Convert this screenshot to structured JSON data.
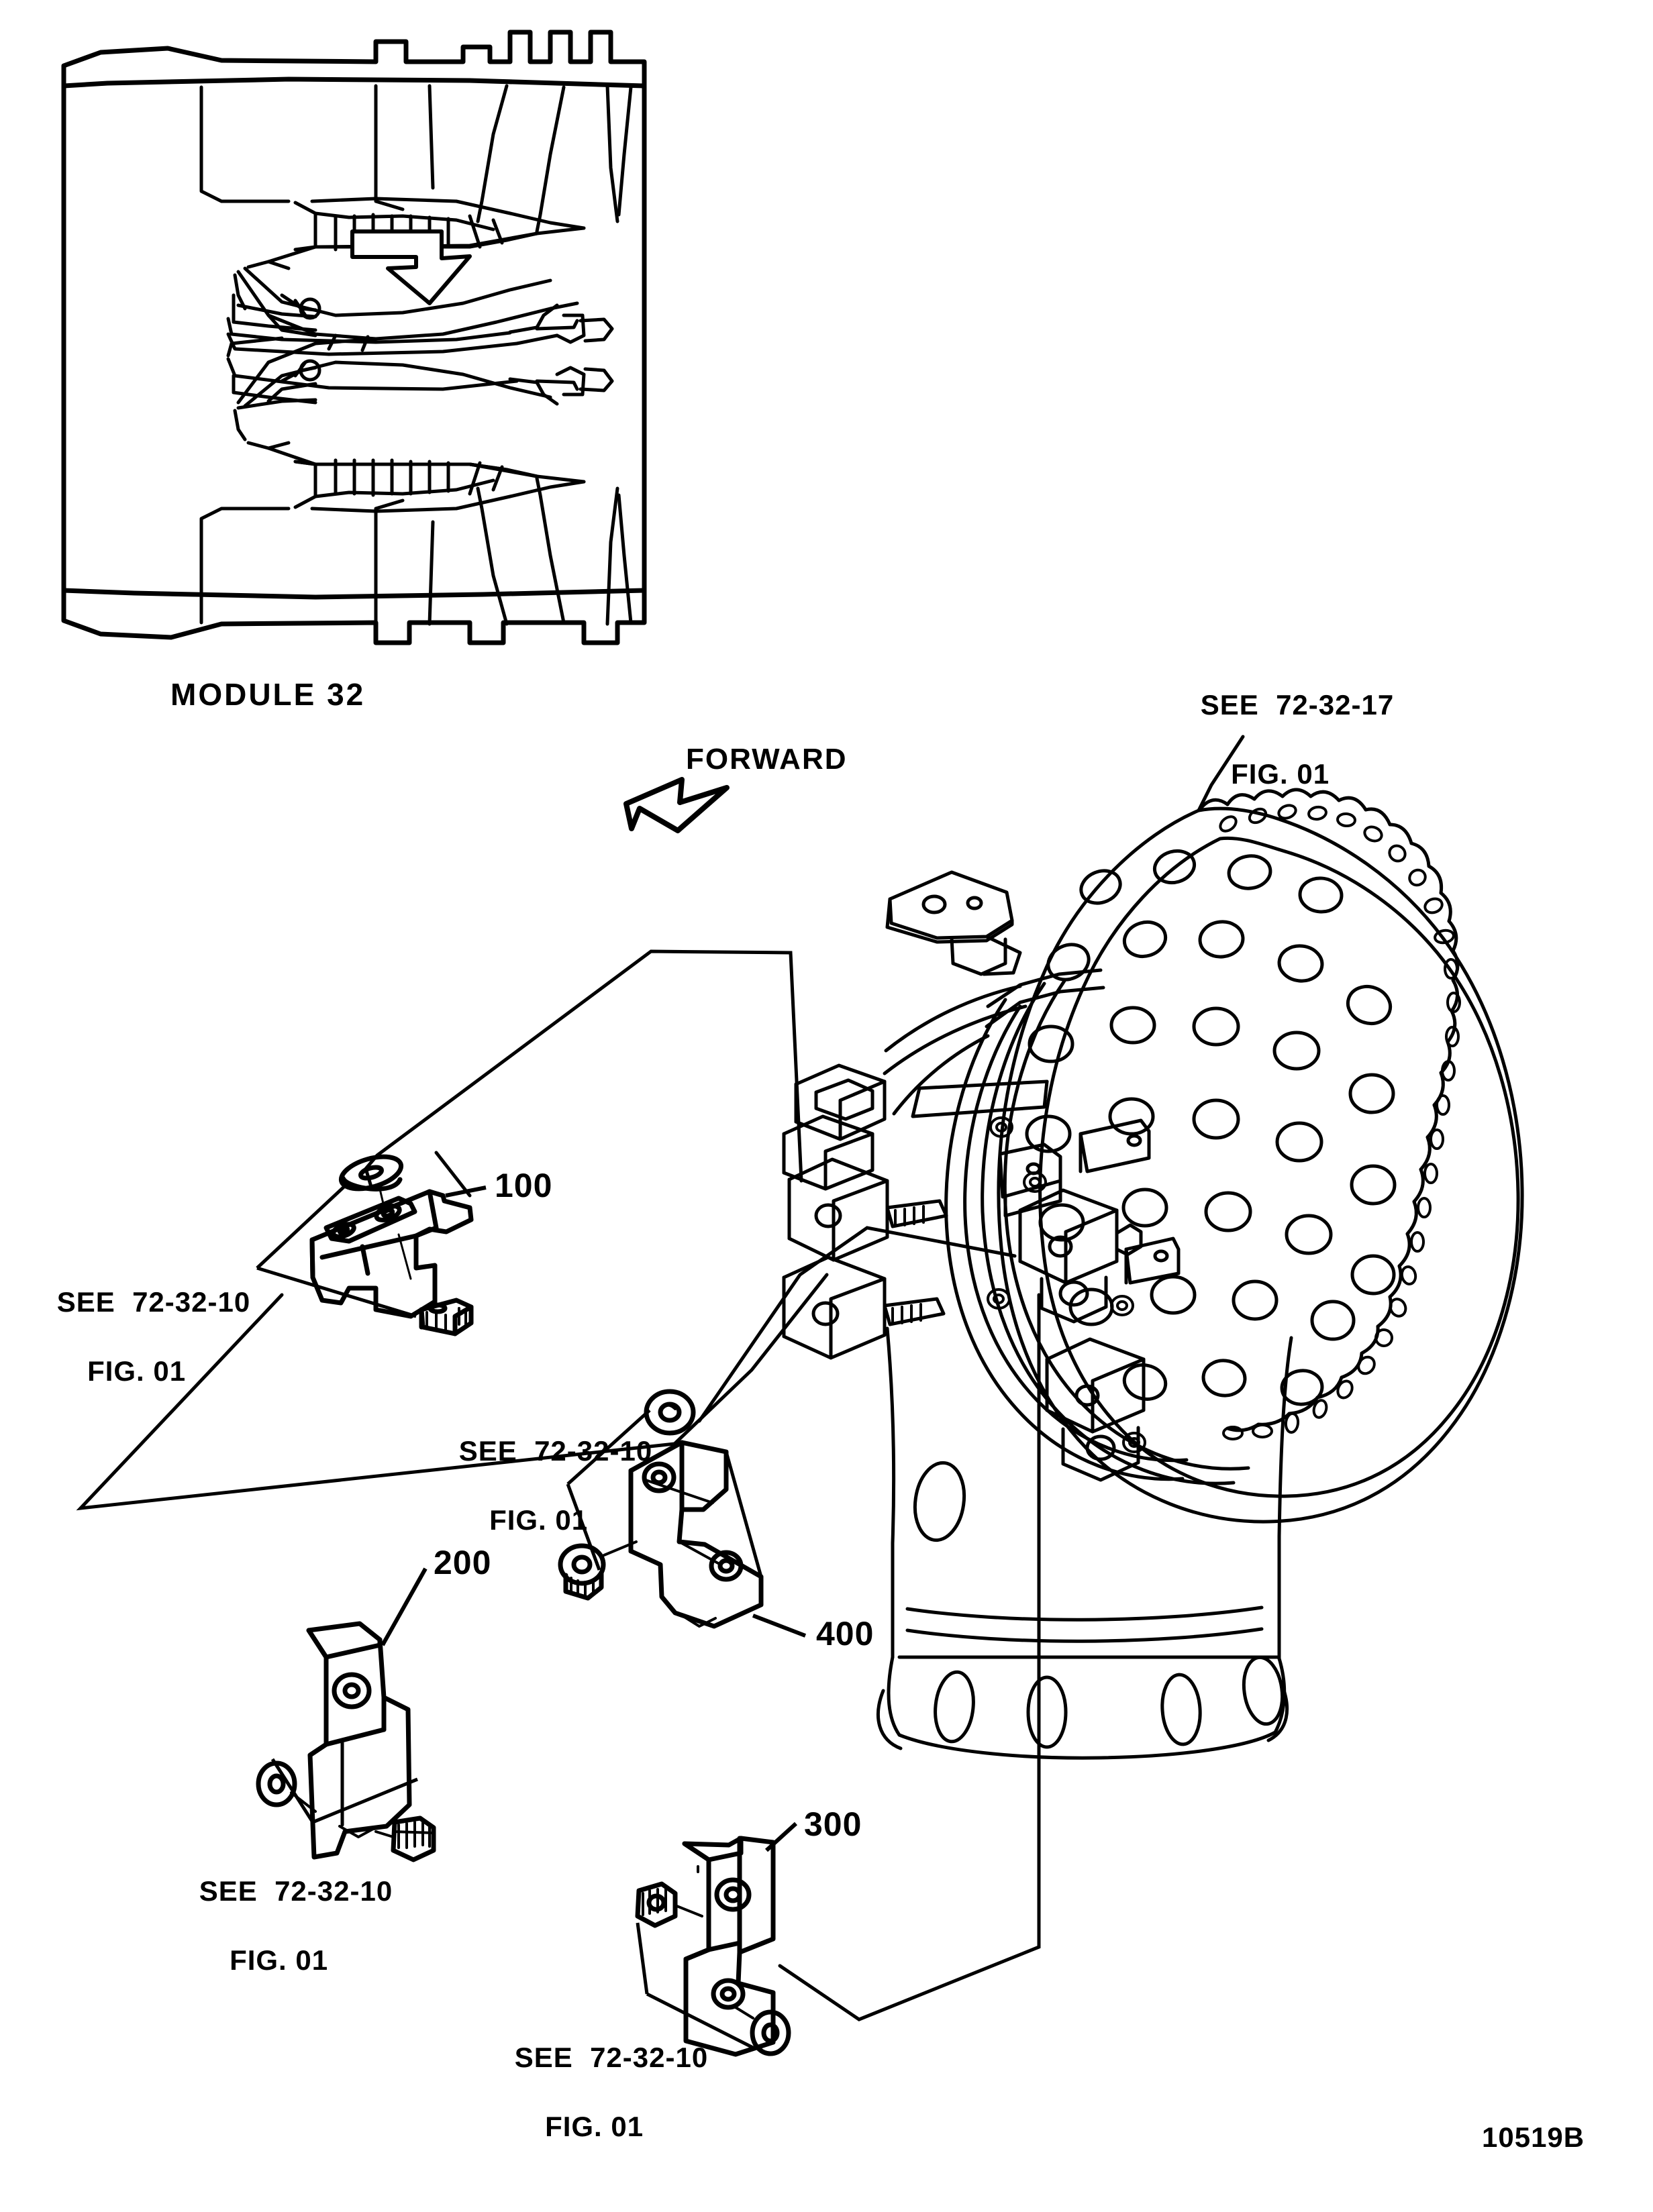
{
  "document": {
    "type": "illustrated-parts-catalog-figure",
    "drawing_number": "10519B"
  },
  "module_view": {
    "caption": "MODULE 32"
  },
  "orientation": {
    "label": "FORWARD",
    "arrow": "arrow-down-left"
  },
  "references": {
    "casing_ref": {
      "line1": "SEE  72-32-17",
      "line2": "FIG. 01"
    },
    "part100_ref": {
      "line1": "SEE  72-32-10",
      "line2": "FIG. 01"
    },
    "part400_ref": {
      "line1": "SEE  72-32-10",
      "line2": "FIG. 01"
    },
    "part200_ref": {
      "line1": "SEE  72-32-10",
      "line2": "FIG. 01"
    },
    "part300_ref": {
      "line1": "SEE  72-32-10",
      "line2": "FIG. 01"
    }
  },
  "callouts": [
    {
      "id": "item-100",
      "number": "100"
    },
    {
      "id": "item-200",
      "number": "200"
    },
    {
      "id": "item-300",
      "number": "300"
    },
    {
      "id": "item-400",
      "number": "400"
    }
  ],
  "colors": {
    "line": "#000000",
    "background": "#ffffff"
  }
}
